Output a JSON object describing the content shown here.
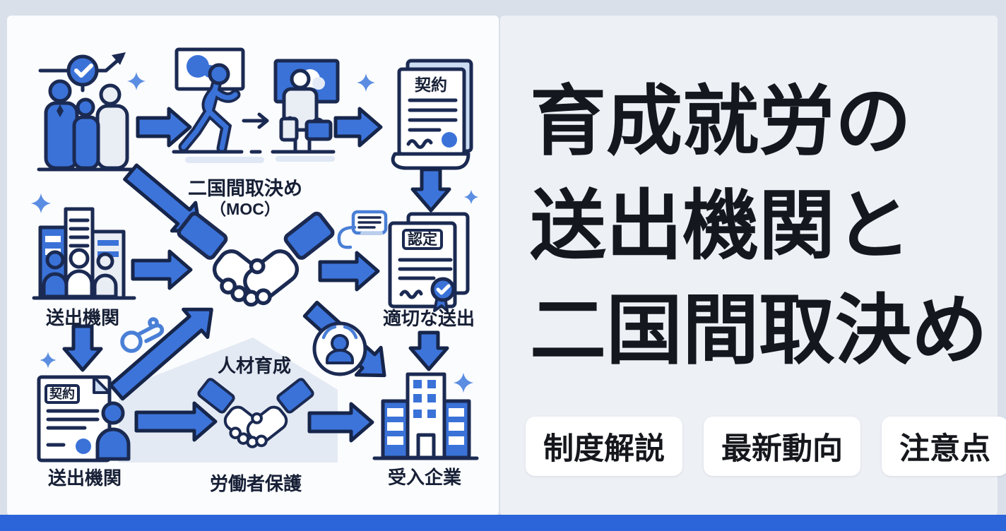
{
  "theme": {
    "outer_bg": "#d9e0ea",
    "left_panel_bg": "#fbfcfe",
    "right_panel_bg": "#edf0f5",
    "accent_blue": "#3a72d8",
    "outline_navy": "#1b2a52",
    "light_blue": "#ccdcf2",
    "bottom_bar": "#2c64d9",
    "title_color": "#14171e"
  },
  "title": {
    "lines": [
      "育成就労の",
      "送出機関と",
      "二国間取決め"
    ]
  },
  "badges": [
    {
      "label": "制度解説"
    },
    {
      "label": "最新動向"
    },
    {
      "label": "注意点"
    }
  ],
  "diagram": {
    "labels": {
      "moc_line1": "二国間取決め",
      "moc_line2": "（MOC）",
      "contract": "契約",
      "certification": "認定",
      "proper_sending": "適切な送出",
      "sending_org": "送出機関",
      "hr_development": "人材育成",
      "worker_protection": "労働者保護",
      "receiving_company": "受入企業"
    },
    "icons": [
      "growth-check-icon",
      "people-group-icon",
      "presentation-board-icon",
      "walking-person-icon",
      "traveler-icon",
      "contract-document-icon",
      "certified-document-icon",
      "ribbon-badge-icon",
      "handshake-icon",
      "speech-bubble-icon",
      "whistle-icon",
      "person-in-circle-icon",
      "sending-org-building-icon",
      "receiving-company-building-icon",
      "house-shape",
      "sparkle-icon",
      "right-arrow-icon",
      "down-arrow-icon",
      "diagonal-arrow-icon"
    ]
  }
}
